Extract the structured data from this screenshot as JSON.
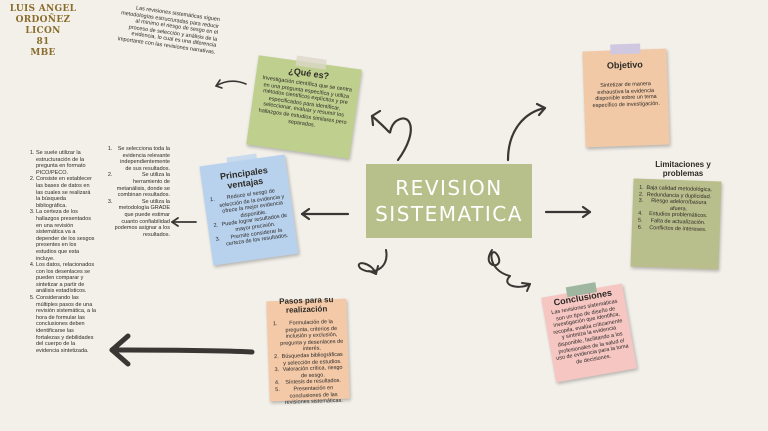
{
  "author": {
    "name": "LUIS ANGEL ORDOÑEZ LICON",
    "number": "81",
    "group": "MBE"
  },
  "center_title": {
    "line1": "REVISION",
    "line2": "SISTEMATICA"
  },
  "intro_text": "Las revisiones sistemáticas siguen metodologías estructuradas para reducir al mínimo el riesgo de sesgo en el proceso de selección y análisis de la evidencia, lo cual es una diferencia importante con las revisiones narrativas.",
  "que_es": {
    "title": "¿Qué es?",
    "body": "Investigación científica que se centra en una pregunta específica y utiliza métodos científicos explícitos y pre especificados para identificar, seleccionar, evaluar y resumir los hallazgos de estudios similares pero separados.",
    "color": "#bfd08e"
  },
  "objetivo": {
    "title": "Objetivo",
    "body": "Sintetizar de manera exhaustiva la evidencia disponible sobre un tema específico de investigación.",
    "color": "#f2c9a6"
  },
  "limitaciones": {
    "title": "Limitaciones y problemas",
    "items": [
      "Baja calidad metodológica.",
      "Redundancia y duplicidad.",
      "Riesgo adeloro/basura afuera.",
      "Estudios problemáticos.",
      "Falta de actualización.",
      "Conflictos de intereses."
    ],
    "color": "#b9bf8c"
  },
  "conclusiones": {
    "title": "Conclusiones",
    "body": "Las revisiones sistemáticas son un tipo de diseño de investigación que identifica, recopila, evalúa críticamente y sintetiza la evidencia disponible, facilitando a los profesionales de la salud el uso de evidencia para la toma de decisiones.",
    "color": "#f6c6c3"
  },
  "pasos": {
    "title": "Pasos para su realización",
    "items": [
      "Formulación de la pregunta, criterios de inclusión y exclusión, pregunta y desenlaces de interés.",
      "Búsquedas bibliográficas y selección de estudios.",
      "Valoración crítica, riesgo de sesgo.",
      "Síntesis de resultados.",
      "Presentación en conclusiones de las revisiones sistemáticas."
    ],
    "color": "#f3c9a8"
  },
  "ventajas": {
    "title": "Principales ventajas",
    "items": [
      "Reduce el sesgo de selección de la evidencia y ofrece la mejor evidencia disponible.",
      "Puede lograr resultados de mayor precisión.",
      "Premite considerar la certeza de los resultados."
    ],
    "color": "#b8d2ee"
  },
  "ventajas_detail": {
    "items": [
      "Se selecciona toda la evidencia relevante independientemente de sus resultados.",
      "Se utiliza la herramiento de metanálisis, donde se combinan resultados.",
      "Se utiliza la metodología GRADE que puede estimar cuanto confiabilidad podemos asignar a los resultados."
    ]
  },
  "pasos_detail": {
    "items": [
      "Se suele utilizar la estructuración de la pregunta en formato PICO/PECO.",
      "Consiste en establecer las bases de datos en las cuales se realizará la búsqueda bibliográfica.",
      "La certeza de los hallazgos presentados en una revisión sistemática va a depender de los sesgos presentes en los estudios que esta incluye.",
      "Los datos, relacionados con los desenlaces se pueden comparar y sintetizar a partir de análisis estadísticos.",
      "Considerando las múltiples pasos de una revisión sistemática, a la hora de formular las conclusiones deben identificarse las fortalezas y debilidades del cuerpo de la evidencia sintetizada."
    ]
  }
}
